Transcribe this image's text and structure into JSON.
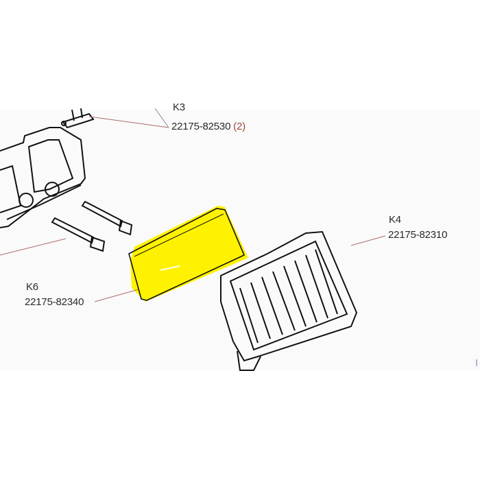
{
  "diagram": {
    "type": "exploded-parts-diagram",
    "highlight_color": "#fff200",
    "leader_color": "#b06a6a",
    "callouts": [
      {
        "key": "K3",
        "ref": "K3",
        "part_number": "22175-82530",
        "quantity": "(2)"
      },
      {
        "key": "K4",
        "ref": "K4",
        "part_number": "22175-82310",
        "quantity": ""
      },
      {
        "key": "K6",
        "ref": "K6",
        "part_number": "22175-82340",
        "quantity": ""
      }
    ],
    "parts": [
      {
        "name": "holder-plate",
        "highlighted": false
      },
      {
        "name": "bolts",
        "count": 2,
        "highlighted": false
      },
      {
        "name": "filter-element",
        "highlighted": true
      },
      {
        "name": "air-cleaner-cover",
        "highlighted": false
      },
      {
        "name": "clip",
        "highlighted": false
      }
    ]
  }
}
